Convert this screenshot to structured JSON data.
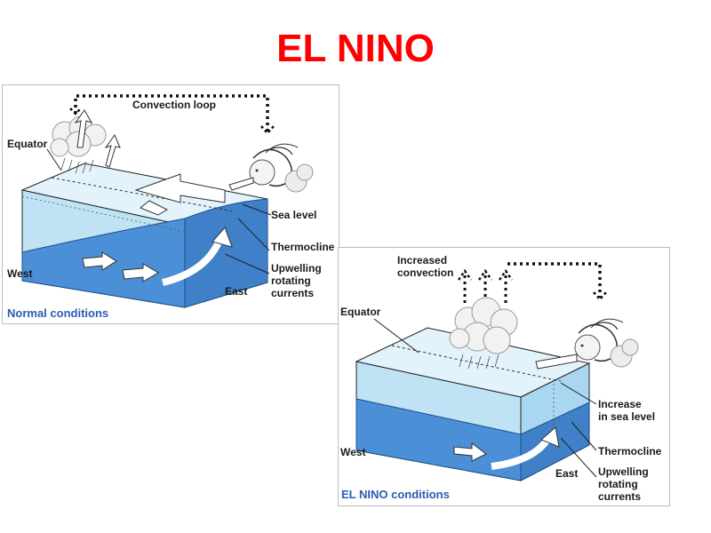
{
  "title": "EL NINO",
  "normal": {
    "caption": "Normal conditions",
    "labels": {
      "convection_loop": "Convection loop",
      "equator": "Equator",
      "sea_level": "Sea level",
      "thermocline": "Thermocline",
      "upwelling_1": "Upwelling",
      "upwelling_2": "rotating",
      "upwelling_3": "currents",
      "west": "West",
      "east": "East"
    }
  },
  "elnino": {
    "caption": "EL NINO conditions",
    "labels": {
      "increased_1": "Increased",
      "increased_2": "convection",
      "equator": "Equator",
      "increase_1": "Increase",
      "increase_2": "in sea level",
      "thermocline": "Thermocline",
      "upwelling_1": "Upwelling",
      "upwelling_2": "rotating",
      "upwelling_3": "currents",
      "west": "West",
      "east": "East"
    }
  },
  "colors": {
    "title": "#ff0000",
    "caption": "#2a5db0",
    "water_light": "#bfe2f5",
    "water_deep": "#4b8fd6",
    "water_top": "#e3f3fb"
  },
  "icons": [
    "cloud-icon",
    "wind-face-icon",
    "arrow-icon"
  ]
}
